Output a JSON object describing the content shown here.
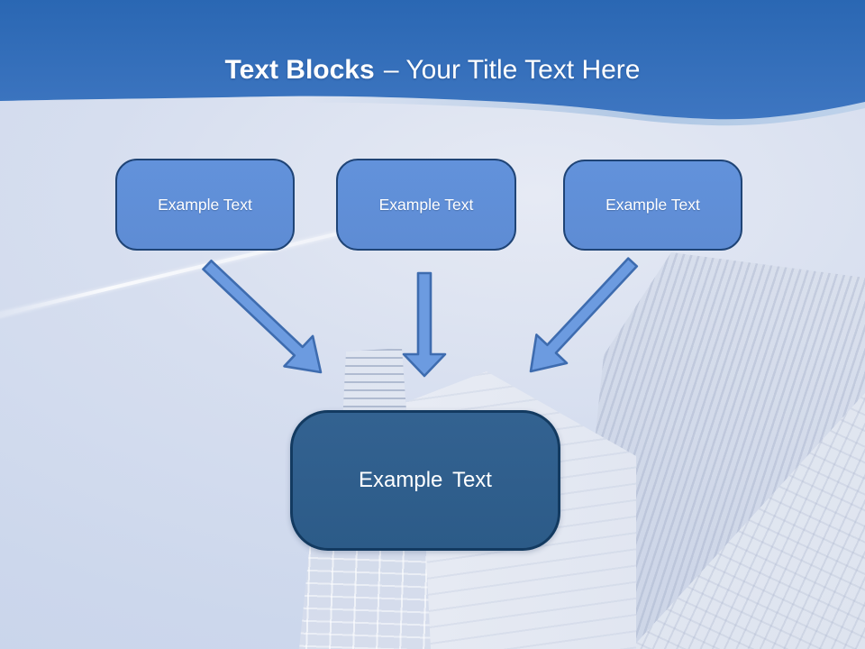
{
  "slide": {
    "title": {
      "bold": "Text Blocks",
      "regular": "– Your Title Text Here"
    },
    "top_boxes": [
      {
        "label": "Example Text"
      },
      {
        "label": "Example Text"
      },
      {
        "label": "Example Text"
      }
    ],
    "main_box": {
      "label": "Example Text"
    },
    "connectors": [
      {
        "icon": "arrow-down-right-icon"
      },
      {
        "icon": "arrow-down-icon"
      },
      {
        "icon": "arrow-down-left-icon"
      }
    ],
    "colors": {
      "header_top": "#2A67B3",
      "header_bottom": "#3E76C1",
      "title_text": "#FFFFFF",
      "sky": "#CCD7EC",
      "box_fill": "#6292DB",
      "box_border": "#1F4476",
      "box_text": "#FFFFFF",
      "main_box_fill": "#336291",
      "main_box_border": "#133A60",
      "main_box_text": "#FFFFFF",
      "arrow_fill": "#6C9BE0",
      "arrow_stroke": "#3E6CAF"
    }
  }
}
